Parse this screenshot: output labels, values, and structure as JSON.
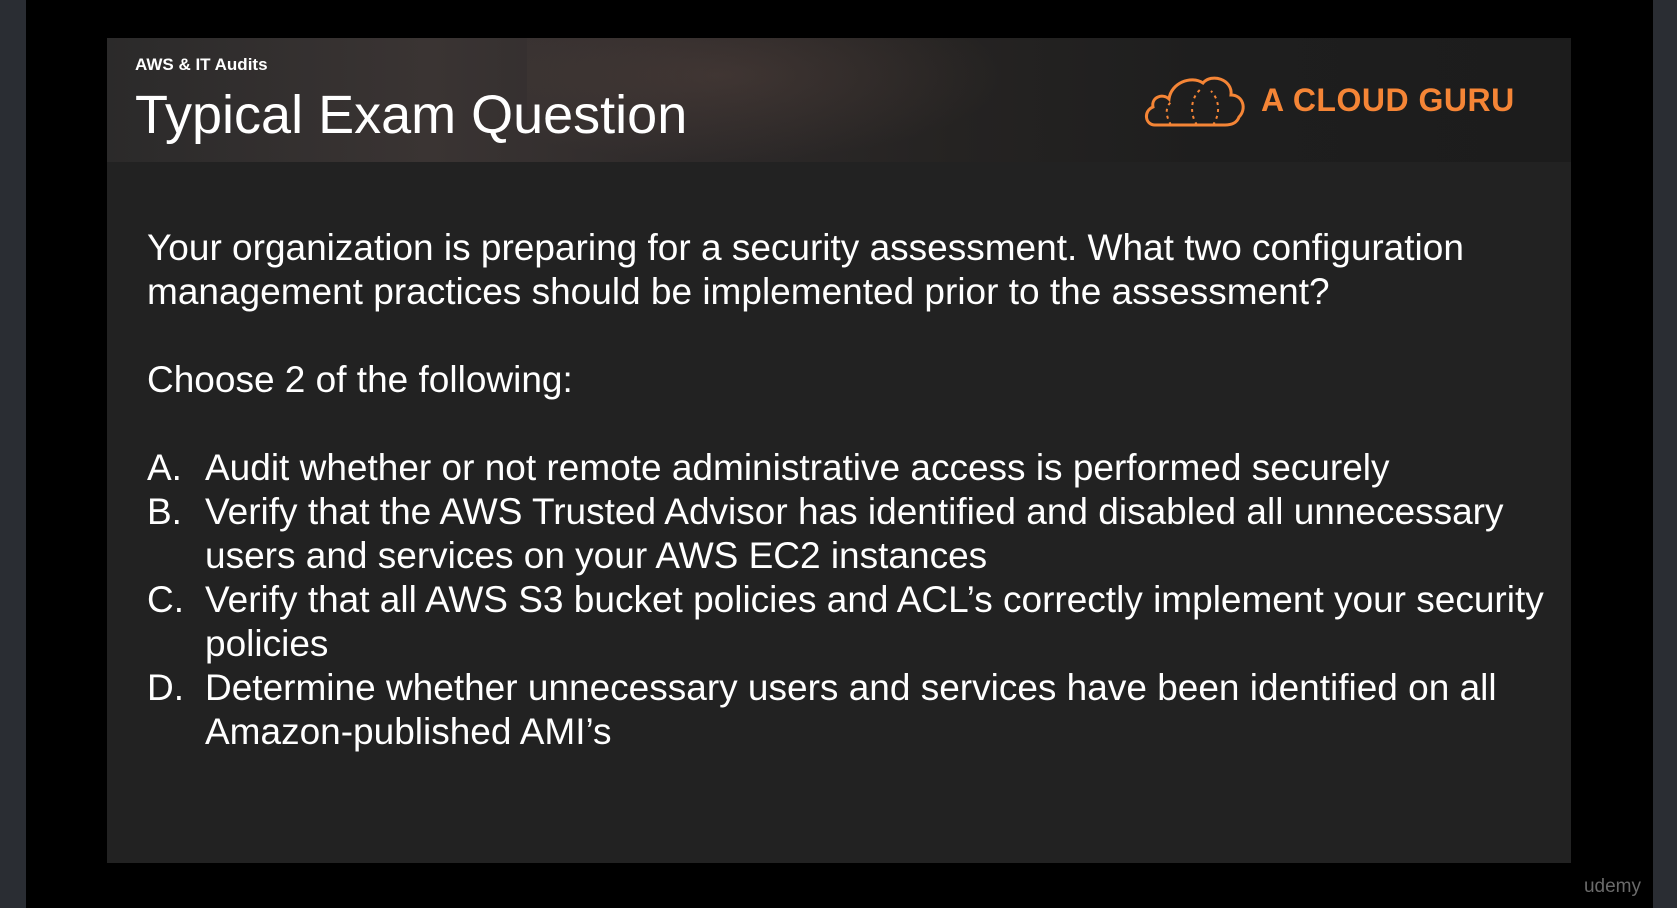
{
  "header": {
    "section_label": "AWS & IT Audits",
    "title": "Typical Exam Question",
    "logo": {
      "icon": "cloud-icon",
      "text": "A CLOUD GURU",
      "color": "#f58536"
    }
  },
  "question": {
    "text": "Your organization is preparing for a security assessment. What two configuration management practices should be implemented prior to the assessment?",
    "instruction": "Choose 2 of the following:",
    "options": [
      {
        "letter": "A.",
        "text": "Audit whether or not remote administrative access is performed securely"
      },
      {
        "letter": "B.",
        "text": "Verify that the AWS Trusted Advisor has identified and disabled all unnecessary users and services on your AWS EC2 instances"
      },
      {
        "letter": "C.",
        "text": "Verify that all AWS S3 bucket policies and ACL’s correctly implement your security policies"
      },
      {
        "letter": "D.",
        "text": "Determine whether unnecessary users and services have been identified on all Amazon-published AMI’s"
      }
    ]
  },
  "watermark": "udemy",
  "colors": {
    "slide_background": "#222222",
    "frame_background": "#000000",
    "text": "#ffffff"
  }
}
